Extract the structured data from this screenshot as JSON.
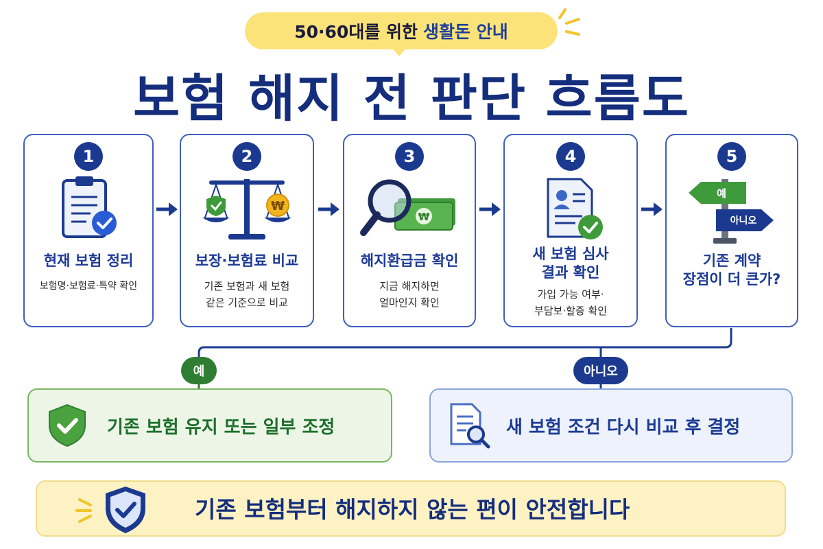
{
  "header": {
    "bubble_prefix": "50·60대를 위한",
    "bubble_highlight": "생활돈 안내",
    "title": "보험 해지 전 판단 흐름도"
  },
  "steps": [
    {
      "num": "1",
      "title_lines": [
        "현재 보험 정리"
      ],
      "desc_lines": [
        "보험명·보험료·특약 확인"
      ],
      "icon": "clipboard-check-icon"
    },
    {
      "num": "2",
      "title_lines": [
        "보장·보험료 비교"
      ],
      "desc_lines": [
        "기존 보험과 새 보험",
        "같은 기준으로 비교"
      ],
      "icon": "balance-scale-icon"
    },
    {
      "num": "3",
      "title_lines": [
        "해지환급금 확인"
      ],
      "desc_lines": [
        "지금 해지하면",
        "얼마인지 확인"
      ],
      "icon": "magnifier-money-icon"
    },
    {
      "num": "4",
      "title_lines": [
        "새 보험 심사",
        "결과 확인"
      ],
      "desc_lines": [
        "가입 가능 여부·",
        "부담보·할증 확인"
      ],
      "icon": "profile-document-check-icon"
    },
    {
      "num": "5",
      "title_lines": [
        "기존 계약",
        "장점이 더 큰가?"
      ],
      "desc_lines": [],
      "icon": "signpost-icon",
      "sign_yes": "예",
      "sign_no": "아니오"
    }
  ],
  "branches": {
    "yes_label": "예",
    "no_label": "아니오"
  },
  "results": {
    "yes_text": "기존 보험 유지 또는 일부 조정",
    "no_text": "새 보험 조건 다시 비교 후 결정"
  },
  "banner": {
    "text": "기존 보험부터 해지하지 않는 편이 안전합니다"
  },
  "colors": {
    "navy": "#142d7c",
    "blue": "#1c3a95",
    "green": "#2e7d32",
    "yellow": "#fbe37a",
    "card_border": "#3d5fbd"
  }
}
